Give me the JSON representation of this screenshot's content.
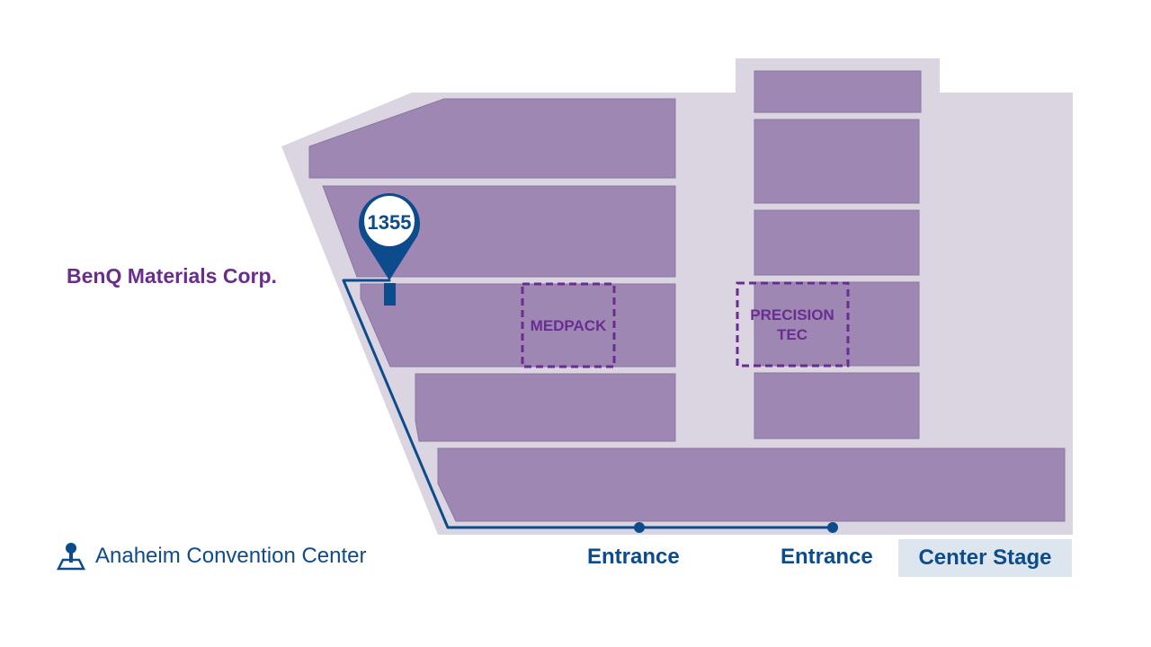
{
  "company": {
    "name": "BenQ Materials Corp."
  },
  "booth": {
    "number": "1355"
  },
  "pavilions": {
    "medpack": "MEDPACK",
    "precision_line1": "PRECISION",
    "precision_line2": "TEC"
  },
  "venue": {
    "name": "Anaheim Convention Center",
    "icon": "location-person-icon"
  },
  "entrances": [
    "Entrance",
    "Entrance"
  ],
  "stage": {
    "label": "Center Stage"
  },
  "colors": {
    "hall": "#dad5e1",
    "block": "#9e88b3",
    "route": "#0d4c8c",
    "pavilion": "#6a2c91",
    "stage_bg": "#dde6ef"
  }
}
